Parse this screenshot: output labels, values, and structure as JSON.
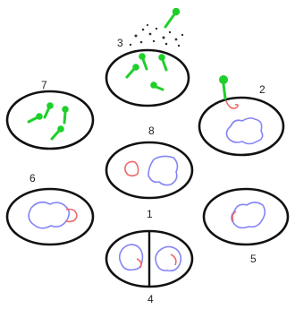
{
  "diagram": {
    "stages": [
      {
        "id": 1,
        "label": "1"
      },
      {
        "id": 2,
        "label": "2"
      },
      {
        "id": 3,
        "label": "3"
      },
      {
        "id": 4,
        "label": "4"
      },
      {
        "id": 5,
        "label": "5"
      },
      {
        "id": 6,
        "label": "6"
      },
      {
        "id": 7,
        "label": "7"
      },
      {
        "id": 8,
        "label": "8"
      }
    ],
    "colors": {
      "cell_outline": "#111111",
      "bacterial_chromosome": "#8585f5",
      "phage_dna": "#ee6b6b",
      "phage": "#1fcf2a"
    },
    "icons": [
      "bacterial-cell-icon",
      "bacteriophage-icon",
      "chromosome-loop-icon",
      "dna-fragment-icon"
    ]
  }
}
